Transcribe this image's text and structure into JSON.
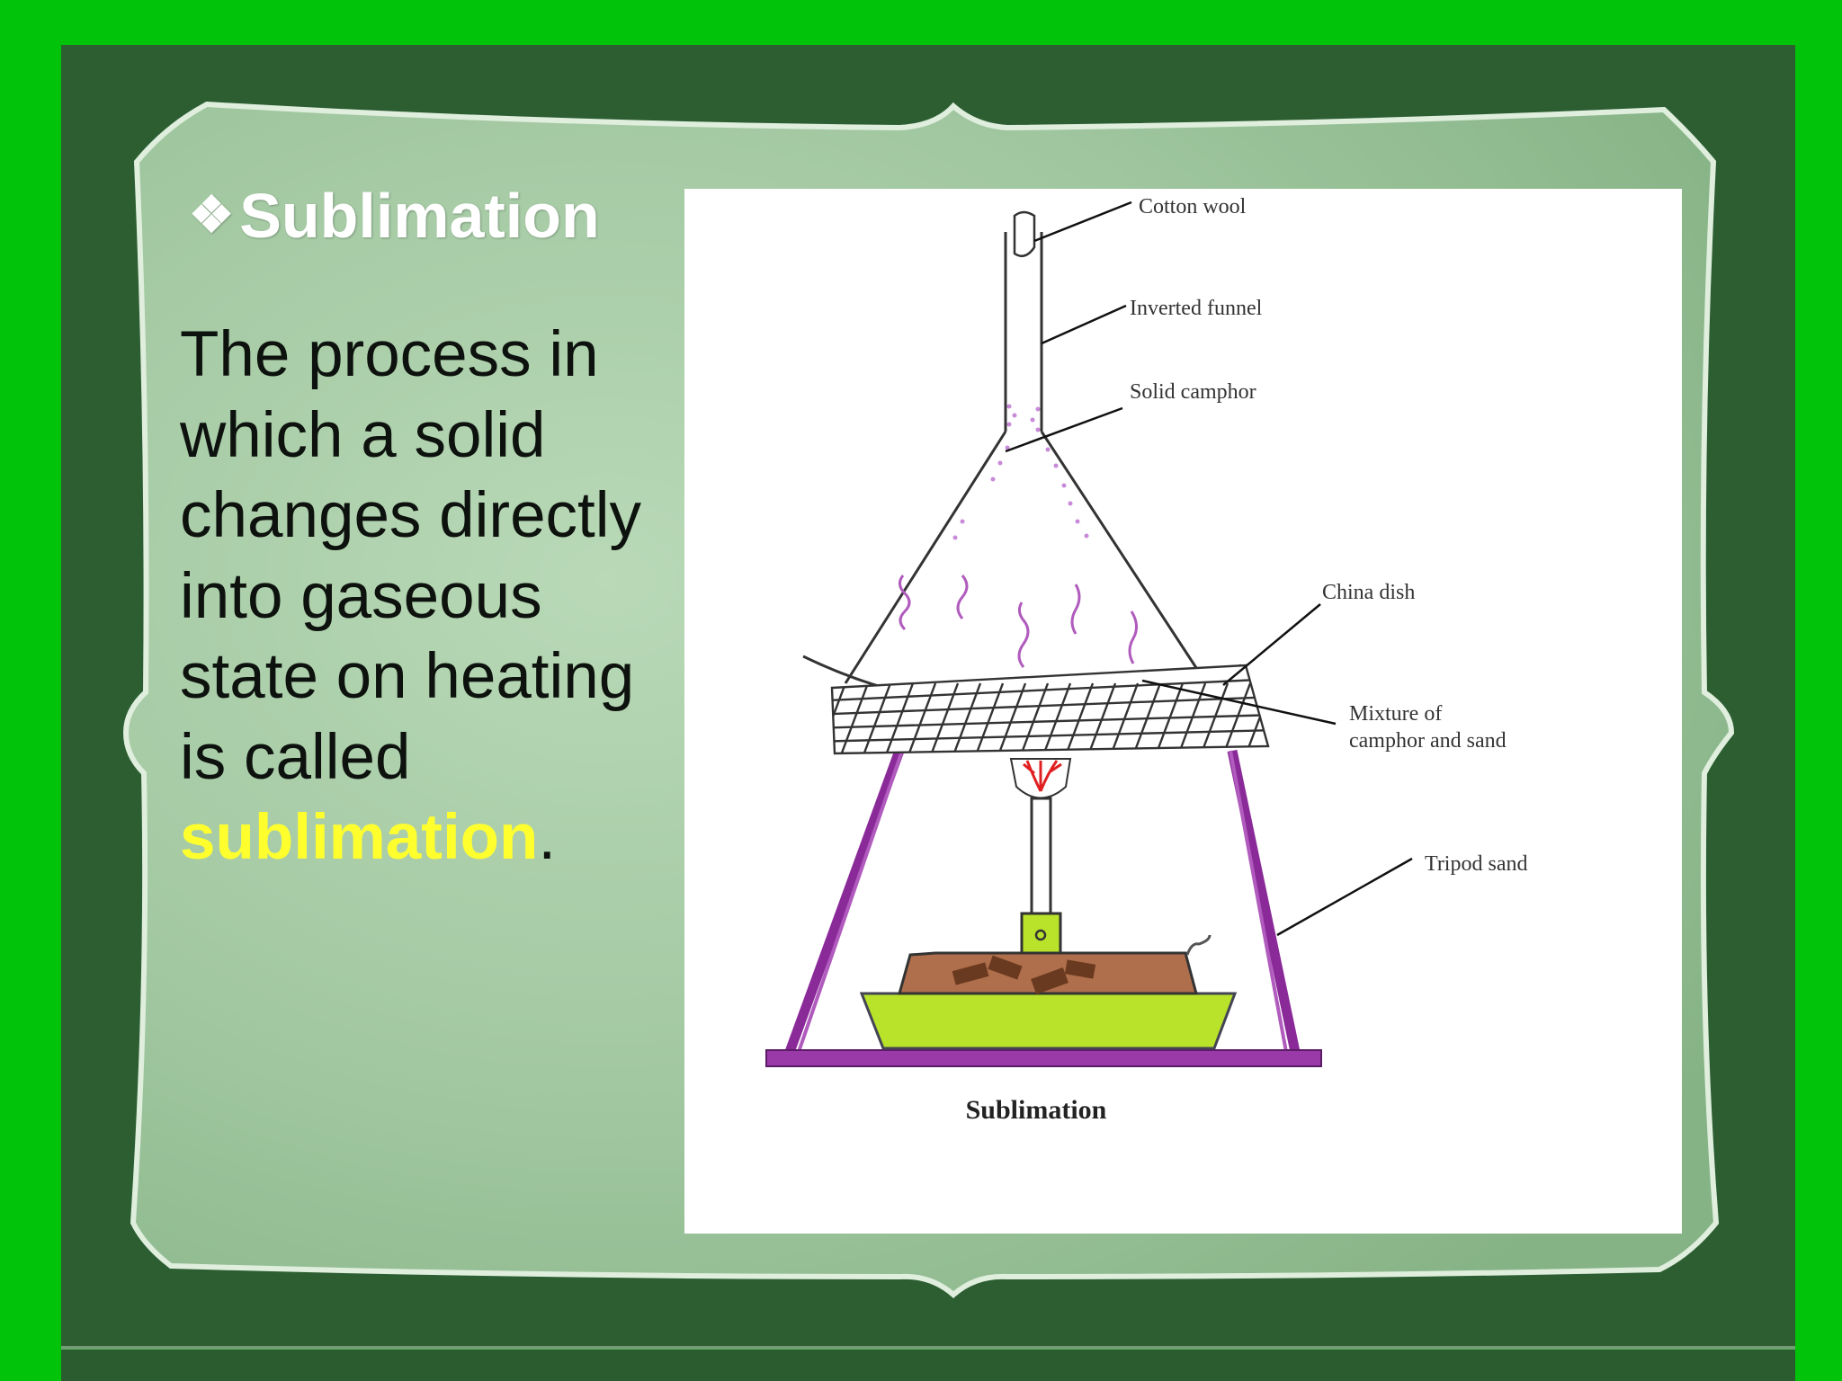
{
  "slide": {
    "title": "Sublimation",
    "bullet_icon": "❖",
    "body_before": "The process in which a solid changes directly into gaseous state on heating is called ",
    "body_highlight": "sublimation",
    "body_after": ".",
    "highlight_color": "#ffff2e"
  },
  "diagram": {
    "labels": {
      "cotton_wool": "Cotton wool",
      "inverted_funnel": "Inverted funnel",
      "solid_camphor": "Solid camphor",
      "china_dish": "China dish",
      "mixture_line1": "Mixture of",
      "mixture_line2": "camphor and sand",
      "tripod_stand": "Tripod sand"
    },
    "caption": "Sublimation"
  }
}
